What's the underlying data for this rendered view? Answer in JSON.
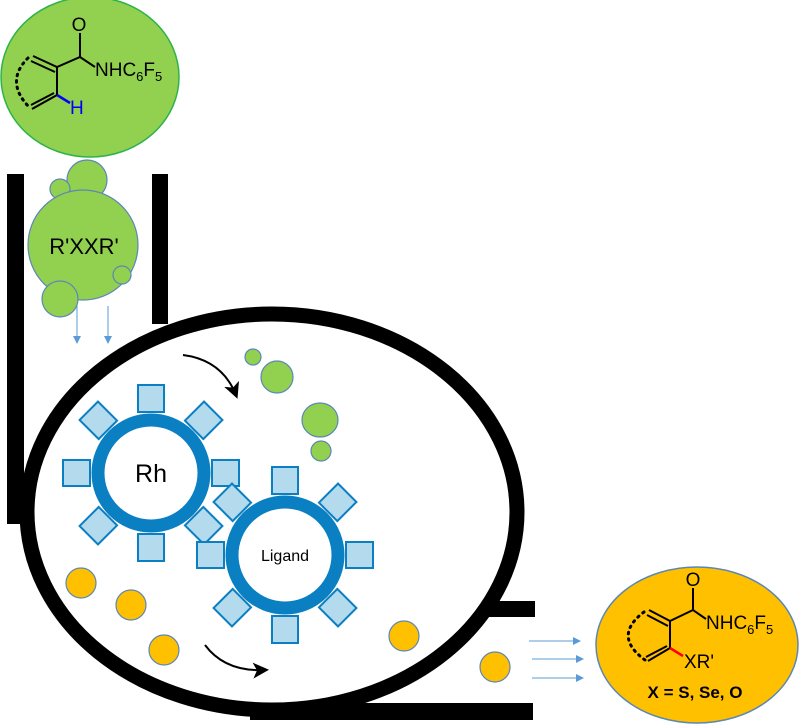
{
  "reactant": {
    "oxygen": "O",
    "amide_parts": [
      "NHC",
      "6",
      "F",
      "5"
    ],
    "hydrogen": "H"
  },
  "reagent": {
    "label": "R'XXR'"
  },
  "gears": {
    "metal": "Rh",
    "ligand": "Ligand"
  },
  "product": {
    "oxygen": "O",
    "amide_parts": [
      "NHC",
      "6",
      "F",
      "5"
    ],
    "substituent": "XR'",
    "scope": "X = S, Se, O"
  },
  "colors": {
    "green": "#92d050",
    "orange": "#ffc000",
    "gear_ring": "#0a7fc2",
    "gear_tooth": "#b4daee",
    "arrow": "#5b9bd5",
    "ch_bond": "#0000ff",
    "new_bond": "#ff0000"
  }
}
